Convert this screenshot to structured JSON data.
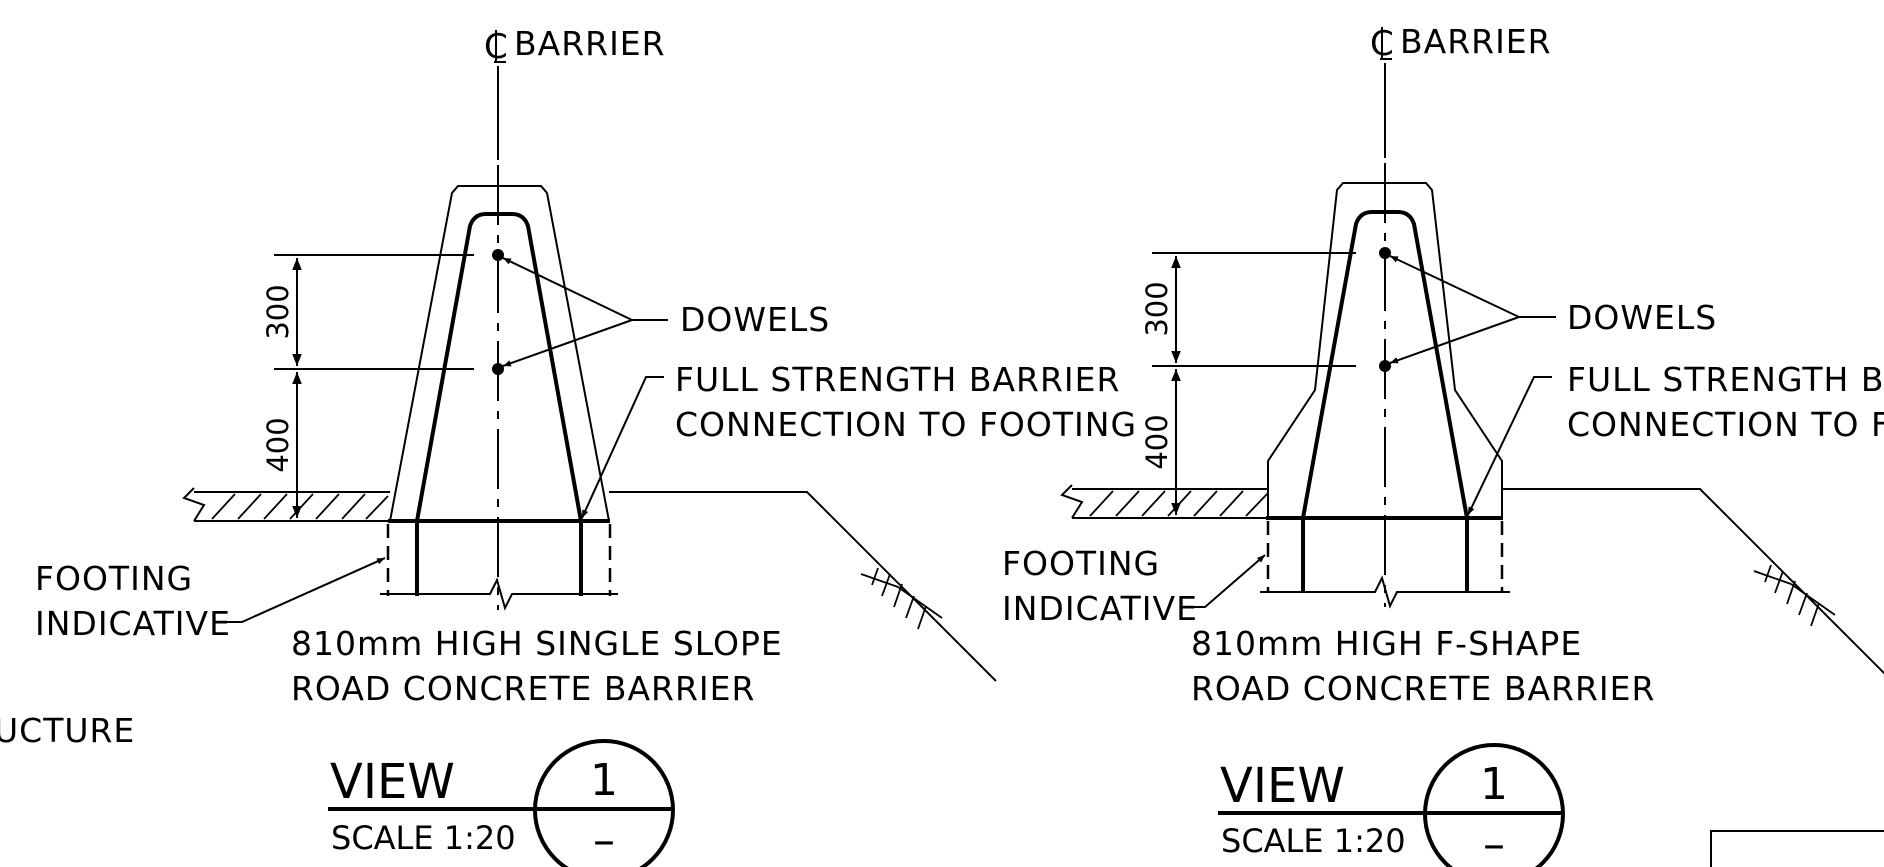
{
  "left_detail": {
    "centerline_label": "BARRIER",
    "dim_upper": "300",
    "dim_lower": "400",
    "dowels_label": "DOWELS",
    "connection_line1": "FULL STRENGTH BARRIER",
    "connection_line2": "CONNECTION TO FOOTING",
    "footing_line1": "FOOTING",
    "footing_line2": "INDICATIVE",
    "title_line1": "810mm HIGH SINGLE SLOPE",
    "title_line2": "ROAD CONCRETE BARRIER",
    "view_label": "VIEW",
    "scale_label": "SCALE  1:20",
    "view_number": "1",
    "view_sheet": "–"
  },
  "right_detail": {
    "centerline_label": "BARRIER",
    "dim_upper": "300",
    "dim_lower": "400",
    "dowels_label": "DOWELS",
    "connection_line1": "FULL STRENGTH BARRIER",
    "connection_line2": "CONNECTION TO FOOTING",
    "footing_line1": "FOOTING",
    "footing_line2": "INDICATIVE",
    "title_line1": "810mm HIGH F-SHAPE",
    "title_line2": "ROAD CONCRETE BARRIER",
    "view_label": "VIEW",
    "scale_label": "SCALE  1:20",
    "view_number": "1",
    "view_sheet": "–"
  },
  "edge_fragment": "UCTURE"
}
